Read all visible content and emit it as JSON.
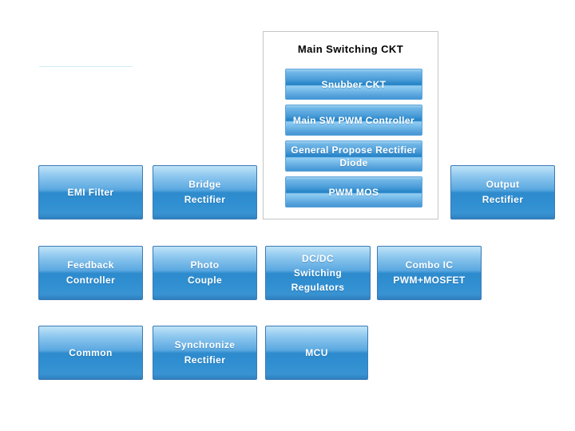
{
  "canvas": {
    "background": "#ffffff",
    "accent_blue_dark": "#2d8bcd",
    "accent_blue_light": "#bfe4f8",
    "container_border": "#c6c6c6",
    "block_border": "#3c7ab6"
  },
  "container": {
    "title": "Main Switching CKT",
    "buttons": [
      {
        "label": "Snubber CKT"
      },
      {
        "label": "Main SW PWM Controller"
      },
      {
        "label": "General Propose Rectifier\nDiode"
      },
      {
        "label": "PWM MOS"
      }
    ]
  },
  "blocks": [
    {
      "label": "EMI Filter"
    },
    {
      "label": "Bridge\nRectifier"
    },
    {
      "label": "Output\nRectifier"
    },
    {
      "label": "Feedback\nController"
    },
    {
      "label": "Photo\nCouple"
    },
    {
      "label": "DC/DC\nSwitching\nRegulators"
    },
    {
      "label": "Combo IC\nPWM+MOSFET"
    },
    {
      "label": "Common"
    },
    {
      "label": "Synchronize\nRectifier"
    },
    {
      "label": "MCU"
    }
  ]
}
